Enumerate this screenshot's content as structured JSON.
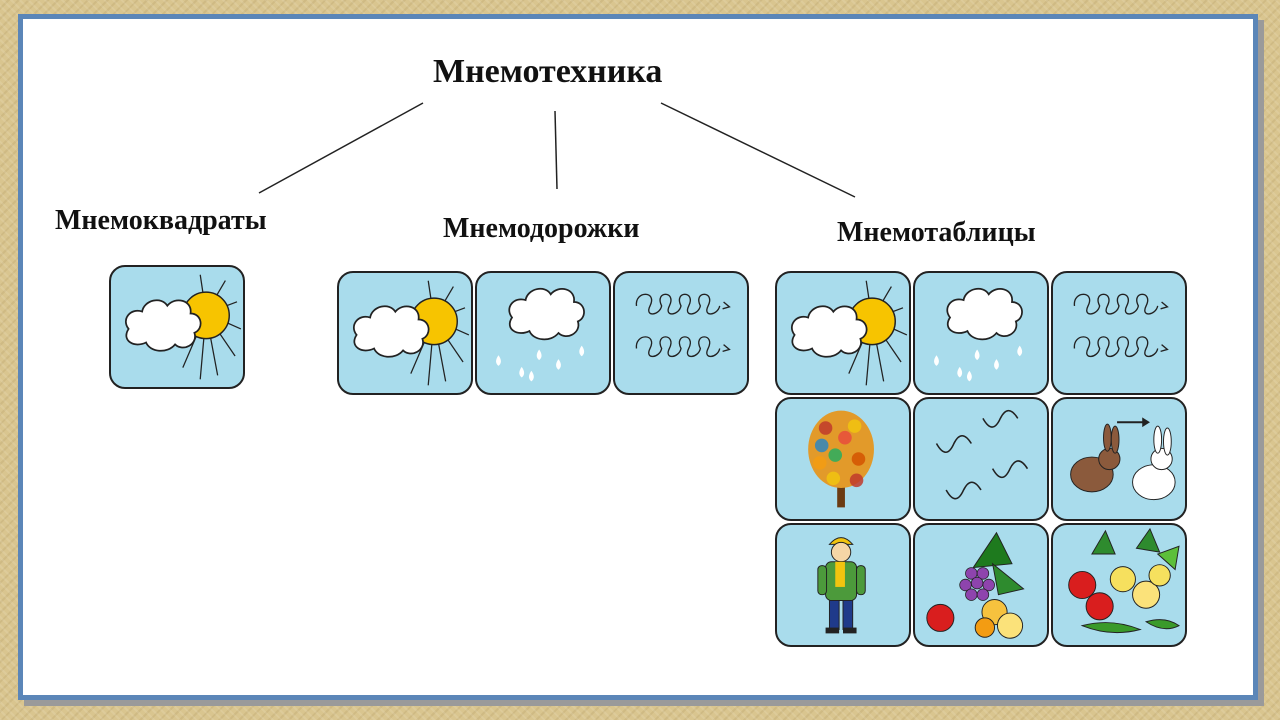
{
  "diagram": {
    "title": "Мнемотехника",
    "branches": [
      {
        "label": "Мнемоквадраты"
      },
      {
        "label": "Мнемодорожки"
      },
      {
        "label": "Мнемотаблицы"
      }
    ]
  },
  "colors": {
    "tile_fill": "#a9dcec",
    "sun": "#f7c400",
    "frame": "#5b86b8"
  },
  "icons": {
    "square": [
      "sun-cloud-icon"
    ],
    "track": [
      "sun-cloud-icon",
      "rain-cloud-icon",
      "wind-icon"
    ],
    "table": [
      "sun-cloud-icon",
      "rain-cloud-icon",
      "wind-icon",
      "autumn-tree-icon",
      "flying-birds-icon",
      "hare-changing-color-icon",
      "dressed-boy-icon",
      "fruits-icon",
      "vegetables-icon"
    ]
  }
}
